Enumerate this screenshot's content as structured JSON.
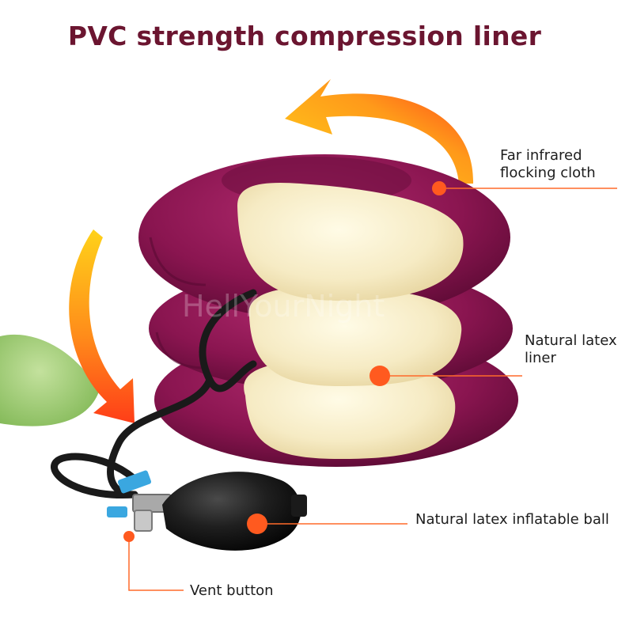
{
  "title": "PVC strength compression liner",
  "watermark": "HellYourNight",
  "callouts": {
    "flocking": {
      "line1": "Far infrared",
      "line2": "flocking cloth"
    },
    "latex_liner": {
      "line1": "Natural latex",
      "line2": "liner"
    },
    "inflatable_ball": {
      "text": "Natural latex inflatable ball"
    },
    "vent_button": {
      "text": "Vent button"
    }
  },
  "colors": {
    "title": "#6b1530",
    "accent_dot": "#ff5a1f",
    "leader_line": "#ff6a2a",
    "cushion_purple": "#8a1550",
    "latex_cream": "#f6ebc4",
    "pump_black": "#1a1a1a",
    "arrow_orange": "#ff5a1f",
    "arrow_yellow": "#ffc21a"
  }
}
